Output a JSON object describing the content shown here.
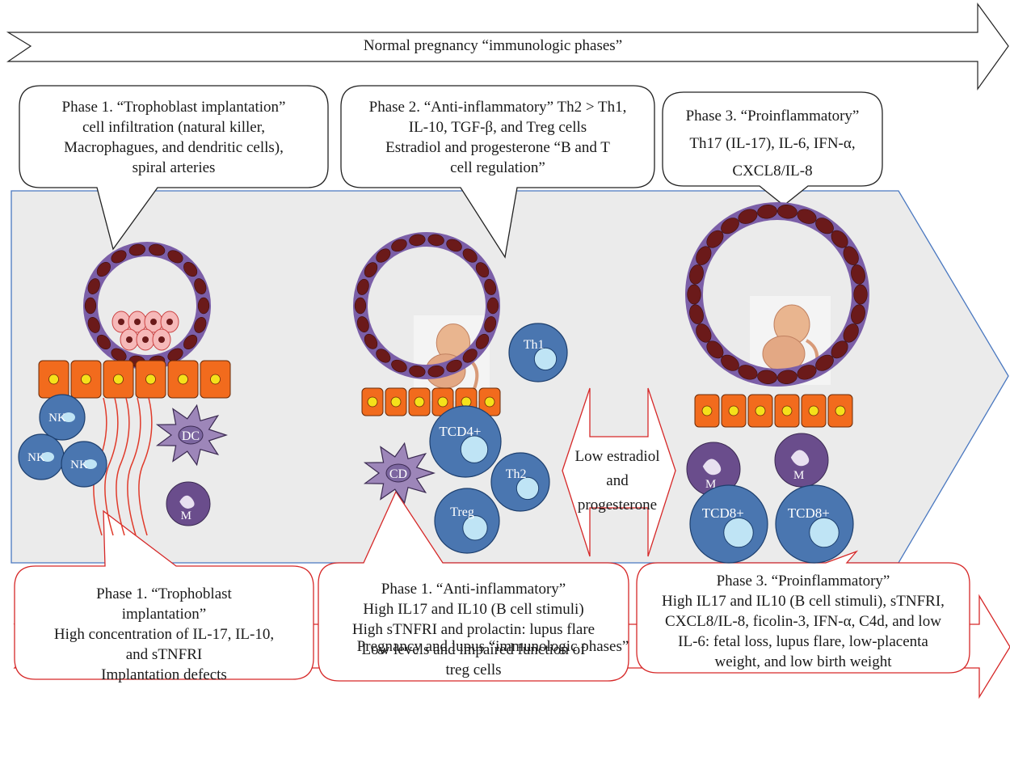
{
  "top_arrow": {
    "label": "Normal pregnancy “immunologic phases”"
  },
  "bottom_arrow": {
    "label": "Pregnancy and lupus “immunologic phases”"
  },
  "top_callouts": [
    {
      "lines": [
        "Phase 1. “Trophoblast implantation”",
        "cell infiltration (natural killer,",
        "Macrophagues, and dendritic cells),",
        "spiral arteries"
      ]
    },
    {
      "lines": [
        "Phase 2. “Anti-inflammatory” Th2 > Th1,",
        "IL-10, TGF-β, and Treg cells",
        "Estradiol and progesterone “B and T",
        "cell regulation”"
      ]
    },
    {
      "lines": [
        "Phase 3. “Proinflammatory”",
        "Th17 (IL-17), IL-6, IFN-α,",
        "CXCL8/IL-8"
      ]
    }
  ],
  "bottom_callouts": [
    {
      "lines": [
        "Phase 1. “Trophoblast",
        "implantation”",
        "High concentration of IL-17, IL-10,",
        "and sTNFRI",
        "Implantation defects"
      ]
    },
    {
      "lines": [
        "Phase 1. “Anti-inflammatory”",
        "High IL17 and IL10 (B cell stimuli)",
        "High sTNFRI and prolactin: lupus flare",
        "Low levels and impaired function of",
        "treg cells"
      ]
    },
    {
      "lines": [
        "Phase 3. “Proinflammatory”",
        "High IL17 and IL10 (B cell stimuli), sTNFRI,",
        "CXCL8/IL-8, ficolin-3, IFN-α, C4d, and low",
        "IL-6: fetal loss, lupus flare, low-placenta",
        "weight, and low birth weight"
      ]
    }
  ],
  "middle_arrow": {
    "lines": [
      "Low estradiol",
      "and",
      "progesterone"
    ]
  },
  "cells": {
    "nk": "NK",
    "dc": "DC",
    "m": "M",
    "cd": "CD",
    "th1": "Th1",
    "tcd4": "TCD4+",
    "th2": "Th2",
    "treg": "Treg",
    "tcd8": "TCD8+"
  },
  "colors": {
    "outline_red": "#d62828",
    "panel_gray": "#ebebeb",
    "panel_border": "#4a78c0",
    "ring_purple": "#7b5ea7",
    "blob_dark": "#6b1a1a",
    "tissue_orange": "#f26b1d",
    "nucleus_yellow": "#f5e11a",
    "cell_blue": "#4a76b0",
    "cell_nucleus": "#bfe4f5",
    "macrophage_purple": "#6a4d8c",
    "dc_purple": "#9d86b9"
  }
}
